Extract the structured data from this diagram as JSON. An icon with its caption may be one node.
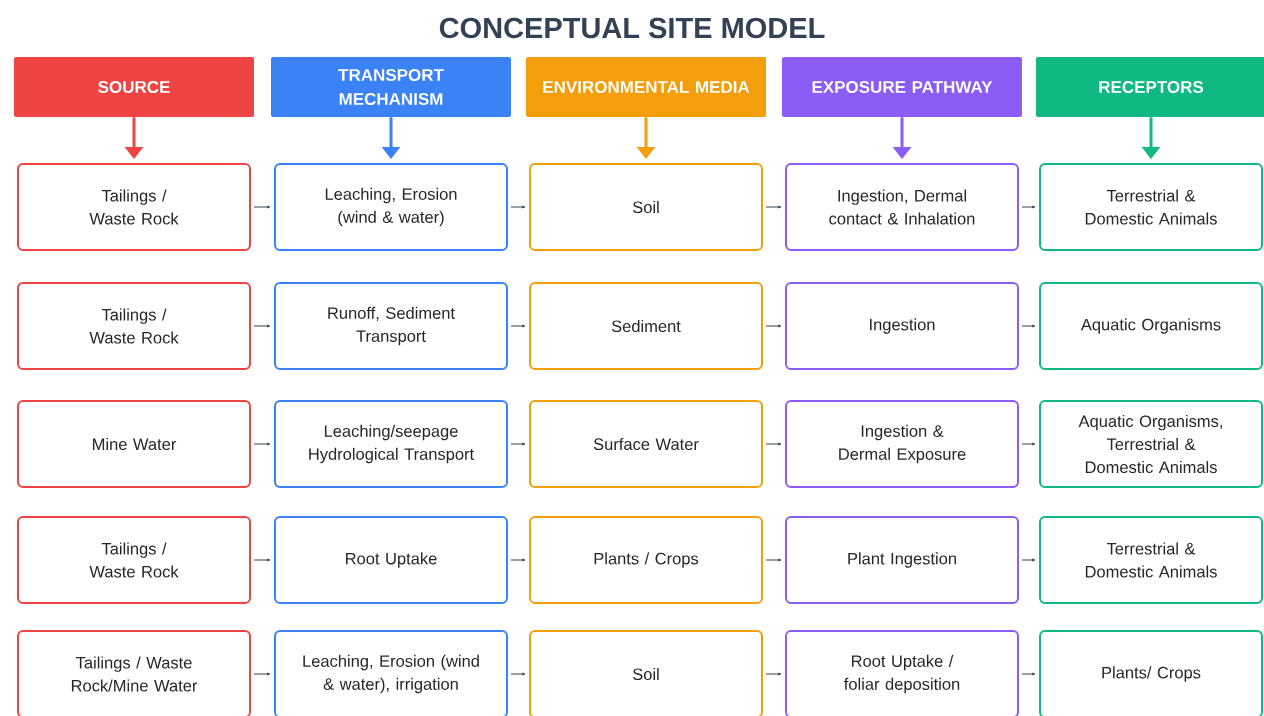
{
  "diagram": {
    "title": "CONCEPTUAL SITE MODEL",
    "nodes": [
      {
        "text": [
          "SOURCE"
        ]
      },
      {
        "text": [
          "TRANSPORT MECHANISM"
        ]
      },
      {
        "text": [
          "ENVIRONMENTAL MEDIA"
        ]
      },
      {
        "text": [
          "EXPOSURE PATHWAY"
        ]
      },
      {
        "text": [
          "RECEPTORS"
        ]
      },
      {
        "text": [
          "Tailings / Waste Rock"
        ]
      },
      {
        "text": [
          "Leaching, Erosion (wind & water)"
        ]
      },
      {
        "text": [
          "Soil"
        ]
      },
      {
        "text": [
          "Ingestion, Dermal contact & Inhalation"
        ]
      },
      {
        "text": [
          "Terrestrial & Domestic Animals"
        ]
      },
      {
        "text": [
          "Tailings / Waste Rock"
        ]
      },
      {
        "text": [
          "Runoff, Sediment Transport"
        ]
      },
      {
        "text": [
          "Sediment"
        ]
      },
      {
        "text": [
          "Ingestion"
        ]
      },
      {
        "text": [
          "Aquatic Organisms"
        ]
      },
      {
        "text": [
          "Mine Water"
        ]
      },
      {
        "text": [
          "Leaching/seepage Hydrological Transport"
        ]
      },
      {
        "text": [
          "Surface Water"
        ]
      },
      {
        "text": [
          "Ingestion & Dermal Exposure"
        ]
      },
      {
        "text": [
          "Aquatic Organisms, Terrestrial & Domestic Animals"
        ]
      },
      {
        "text": [
          "Tailings / Waste Rock"
        ]
      },
      {
        "text": [
          "Root Uptake"
        ]
      },
      {
        "text": [
          "Plants / Crops"
        ]
      },
      {
        "text": [
          "Plant Ingestion"
        ]
      },
      {
        "text": [
          "Terrestrial & Domestic Animals"
        ]
      },
      {
        "text": [
          "Tailings / Waste Rock/Mine Water"
        ]
      },
      {
        "text": [
          "Leaching, Erosion (wind & water), irrigation"
        ]
      },
      {
        "text": [
          "Soil"
        ]
      },
      {
        "text": [
          "Root Uptake / foliar deposition"
        ]
      },
      {
        "text": [
          "Plants/ Crops"
        ]
      }
    ],
    "edges": [
      {
        "from": 0,
        "to": 5,
        "arrow": "to",
        "style": "thick",
        "color": "#ef4444"
      },
      {
        "from": 1,
        "to": 6,
        "arrow": "to",
        "style": "thick",
        "color": "#3b82f6"
      },
      {
        "from": 2,
        "to": 7,
        "arrow": "to",
        "style": "thick",
        "color": "#f59e0b"
      },
      {
        "from": 3,
        "to": 8,
        "arrow": "to",
        "style": "thick",
        "color": "#8b5cf6"
      },
      {
        "from": 4,
        "to": 9,
        "arrow": "to",
        "style": "thick",
        "color": "#10b981"
      },
      {
        "from": 5,
        "to": 6,
        "arrow": "to"
      },
      {
        "from": 6,
        "to": 7,
        "arrow": "to"
      },
      {
        "from": 7,
        "to": 8,
        "arrow": "to"
      },
      {
        "from": 8,
        "to": 9,
        "arrow": "to"
      },
      {
        "from": 10,
        "to": 11,
        "arrow": "to"
      },
      {
        "from": 11,
        "to": 12,
        "arrow": "to"
      },
      {
        "from": 12,
        "to": 13,
        "arrow": "to"
      },
      {
        "from": 13,
        "to": 14,
        "arrow": "to"
      },
      {
        "from": 15,
        "to": 16,
        "arrow": "to"
      },
      {
        "from": 16,
        "to": 17,
        "arrow": "to"
      },
      {
        "from": 17,
        "to": 18,
        "arrow": "to"
      },
      {
        "from": 18,
        "to": 19,
        "arrow": "to"
      },
      {
        "from": 20,
        "to": 21,
        "arrow": "to"
      },
      {
        "from": 21,
        "to": 22,
        "arrow": "to"
      },
      {
        "from": 22,
        "to": 23,
        "arrow": "to"
      },
      {
        "from": 23,
        "to": 24,
        "arrow": "to"
      },
      {
        "from": 25,
        "to": 26,
        "arrow": "to"
      },
      {
        "from": 26,
        "to": 27,
        "arrow": "to"
      },
      {
        "from": 27,
        "to": 28,
        "arrow": "to"
      },
      {
        "from": 28,
        "to": 29,
        "arrow": "to"
      }
    ]
  }
}
